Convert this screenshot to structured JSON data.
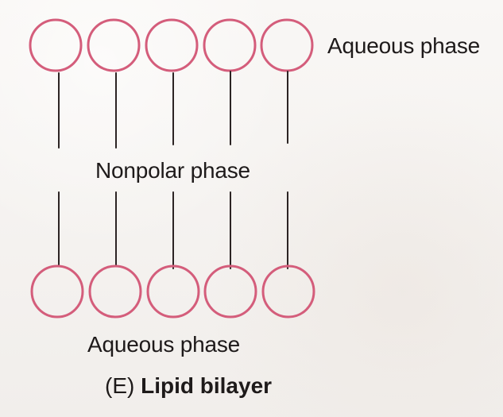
{
  "labels": {
    "top_aqueous_phase": "Aqueous phase",
    "nonpolar_phase": "Nonpolar phase",
    "bottom_aqueous_phase": "Aqueous phase"
  },
  "caption": {
    "prefix": "(E) ",
    "title": "Lipid bilayer"
  },
  "colors": {
    "head_outline": "#d45d7b",
    "tail_line": "#2c2424",
    "text": "#1e1a1a"
  }
}
